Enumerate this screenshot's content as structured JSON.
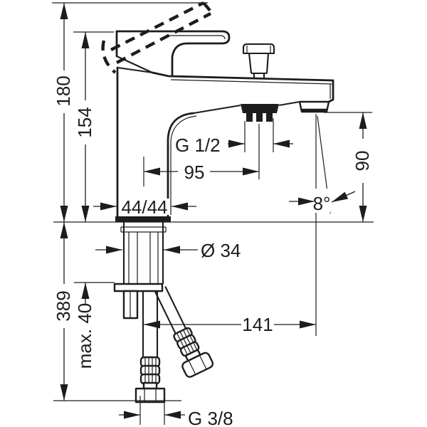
{
  "page": {
    "background": "#ffffff",
    "line_color": "#1d1d1b",
    "kind": "faucet-dimensional-drawing"
  },
  "drawing": {
    "labels": {
      "total_height": "180",
      "handle_height": "154",
      "shower_outlet_thread": "G 1/2",
      "outlet_offset": "95",
      "spout_height": "90",
      "body_section": "44/44",
      "spout_angle": "8°",
      "shank_diameter": "Ø 34",
      "hose_length": "389",
      "max_deck_thickness": "max. 40",
      "hose_offset": "141",
      "supply_thread": "G 3/8"
    }
  }
}
